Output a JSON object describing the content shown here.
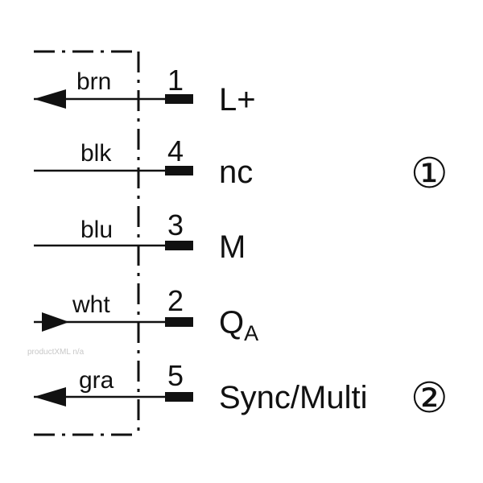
{
  "colors": {
    "ink": "#111111",
    "background": "#ffffff",
    "watermark": "#c8c8c8"
  },
  "watermark_text": "productXML n/a",
  "connector_note_1": "①",
  "connector_note_2": "②",
  "wires": [
    {
      "color_label": "brn",
      "pin": "1",
      "signal": "L+",
      "signal_sub": "",
      "arrow": "outward",
      "note": ""
    },
    {
      "color_label": "blk",
      "pin": "4",
      "signal": "nc",
      "signal_sub": "",
      "arrow": "none",
      "note": ""
    },
    {
      "color_label": "blu",
      "pin": "3",
      "signal": "M",
      "signal_sub": "",
      "arrow": "none",
      "note": ""
    },
    {
      "color_label": "wht",
      "pin": "2",
      "signal": "Q",
      "signal_sub": "A",
      "arrow": "inward",
      "note": ""
    },
    {
      "color_label": "gra",
      "pin": "5",
      "signal": "Sync/Multi",
      "signal_sub": "",
      "arrow": "outward",
      "note": "②"
    }
  ]
}
